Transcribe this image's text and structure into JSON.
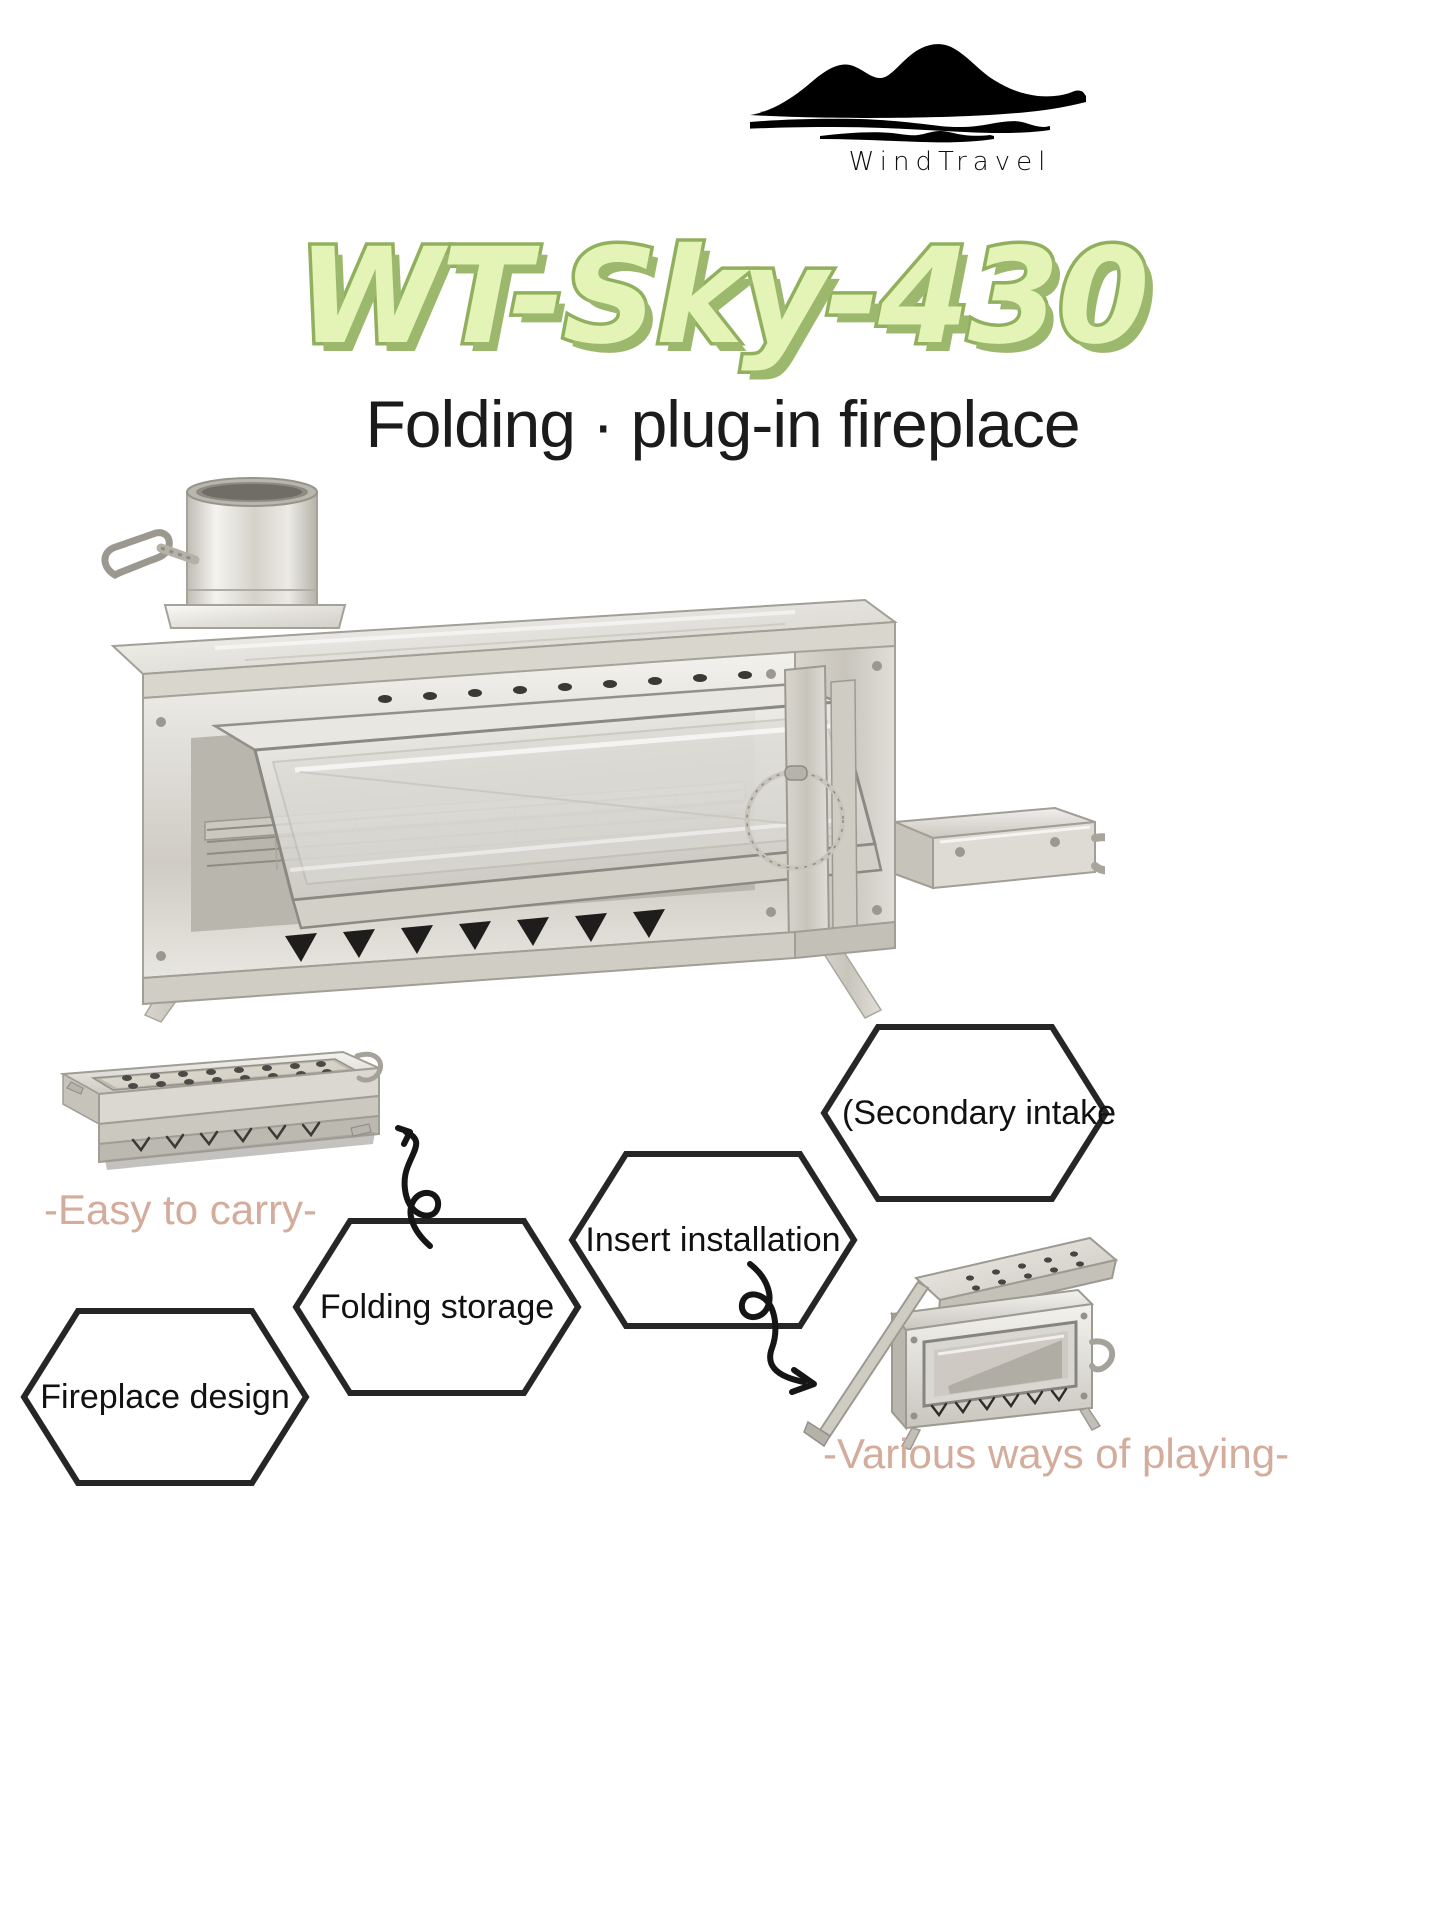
{
  "brand": {
    "logo_icon": "mountain-water-logo",
    "name": "WindTravel"
  },
  "hero": {
    "title": "WT-Sky-430",
    "subtitle": "Folding · plug-in fireplace",
    "product_image_alt": "stainless-steel-folding-wood-stove"
  },
  "colors": {
    "title_fill": "#e4f3b6",
    "title_outline": "#91b05e",
    "title_shadow": "#9cb86c",
    "accent_text": "#d3ac9b",
    "hex_stroke": "#262626",
    "subtitle": "#1b1b1b"
  },
  "features": {
    "hexagons": [
      {
        "id": "secondary-intake",
        "label": "(Secondary intake"
      },
      {
        "id": "insert-installation",
        "label": "Insert installation"
      },
      {
        "id": "folding-storage",
        "label": "Folding storage"
      },
      {
        "id": "fireplace-design",
        "label": "Fireplace design"
      }
    ],
    "captions": [
      {
        "id": "easy-to-carry",
        "label": "-Easy to carry-"
      },
      {
        "id": "various-ways-of-playing",
        "label": "-Various ways of playing-"
      }
    ]
  },
  "photos": {
    "folded_alt": "folded-stove-flat-pack",
    "angled_alt": "stove-open-angled-view"
  }
}
